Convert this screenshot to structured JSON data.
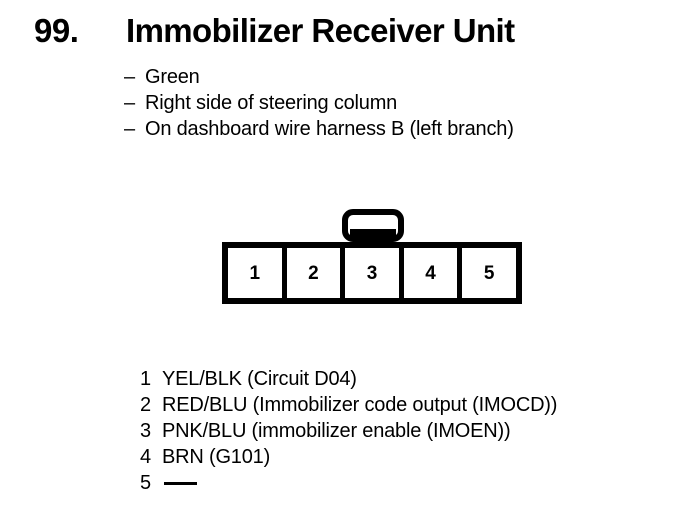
{
  "header": {
    "item_number": "99.",
    "title": "Immobilizer Receiver Unit"
  },
  "description": {
    "dash": "–",
    "items": [
      {
        "text": "Green"
      },
      {
        "text": "Right side of steering column"
      },
      {
        "text": "On dashboard wire harness B (left branch)"
      }
    ]
  },
  "connector": {
    "latch_icon": "connector-latch-tab",
    "pins": [
      {
        "number": "1"
      },
      {
        "number": "2"
      },
      {
        "number": "3"
      },
      {
        "number": "4"
      },
      {
        "number": "5"
      }
    ]
  },
  "pin_legend": [
    {
      "number": "1",
      "description": "YEL/BLK (Circuit D04)",
      "empty": false
    },
    {
      "number": "2",
      "description": "RED/BLU (Immobilizer code output (IMOCD))",
      "empty": false
    },
    {
      "number": "3",
      "description": "PNK/BLU (immobilizer enable (IMOEN))",
      "empty": false
    },
    {
      "number": "4",
      "description": "BRN (G101)",
      "empty": false
    },
    {
      "number": "5",
      "description": "",
      "empty": true
    }
  ],
  "colors": {
    "ink": "#000000",
    "page": "#ffffff"
  }
}
